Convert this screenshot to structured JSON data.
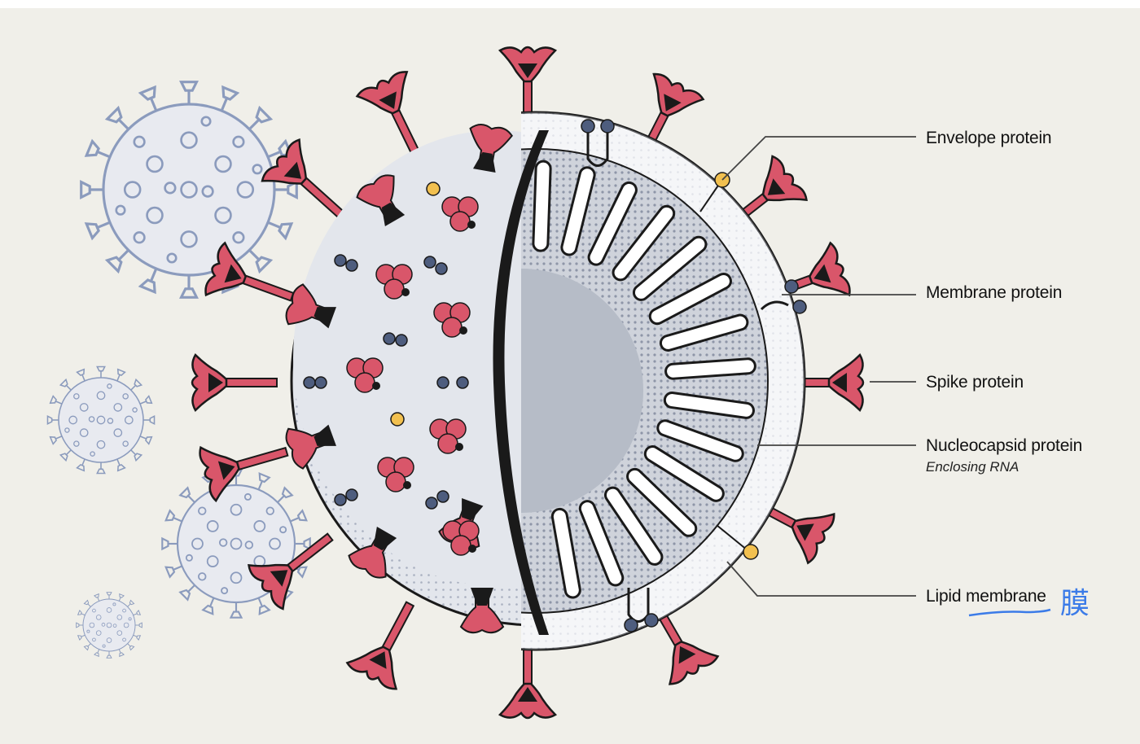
{
  "labels": {
    "envelope": "Envelope protein",
    "membrane": "Membrane protein",
    "spike": "Spike protein",
    "nucleocapsid": "Nucleocapsid protein",
    "nucleocapsid_sub": "Enclosing RNA",
    "lipid": "Lipid membrane"
  },
  "handwritten_note": "膜",
  "colors": {
    "background": "#f0efe9",
    "spike": "#d9566a",
    "outline": "#1a1a1a",
    "membrane_dots": "#4e5d7e",
    "envelope_dots": "#f2c04f",
    "mini_virus": "#8b9bbd",
    "annotation": "#3b7be8"
  }
}
